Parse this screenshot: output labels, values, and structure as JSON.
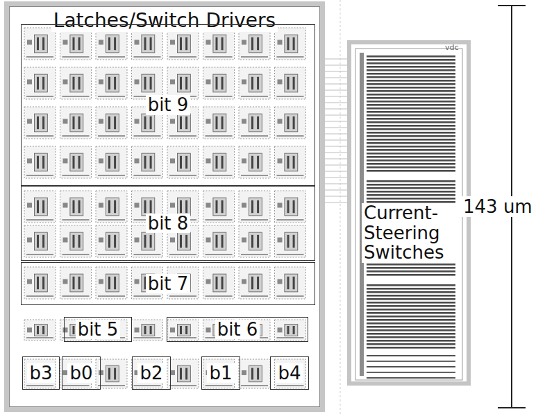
{
  "diagram": {
    "nodes": [
      {
        "text": [
          "Latches/Switch Drivers"
        ]
      },
      {
        "text": [
          "bit 9"
        ],
        "in": 0
      },
      {
        "text": [
          "bit 8"
        ],
        "in": 0
      },
      {
        "text": [
          "bit 7"
        ],
        "in": 0
      },
      {
        "text": [
          "bit 5"
        ],
        "in": 0
      },
      {
        "text": [
          "bit 6"
        ],
        "in": 0
      },
      {
        "text": [
          "b3"
        ],
        "in": 0
      },
      {
        "text": [
          "b0"
        ],
        "in": 0
      },
      {
        "text": [
          "b2"
        ],
        "in": 0
      },
      {
        "text": [
          "b1"
        ],
        "in": 0
      },
      {
        "text": [
          "b4"
        ],
        "in": 0
      },
      {
        "text": [
          "Current- Steering Switches"
        ]
      }
    ],
    "labels": [
      "vdc",
      "143 um"
    ]
  }
}
